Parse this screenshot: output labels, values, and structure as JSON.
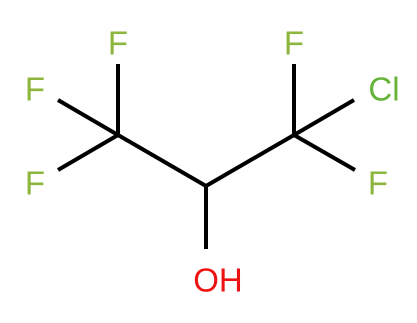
{
  "molecule": {
    "atoms": [
      {
        "id": "F1",
        "symbol": "F"
      },
      {
        "id": "F2",
        "symbol": "F"
      },
      {
        "id": "F3",
        "symbol": "F"
      },
      {
        "id": "F4",
        "symbol": "F"
      },
      {
        "id": "F5",
        "symbol": "F"
      },
      {
        "id": "Cl",
        "symbol": "Cl"
      },
      {
        "id": "O",
        "symbol": "OH"
      }
    ],
    "colors": {
      "fluorine": "#8cb63c",
      "chlorine": "#66b33a",
      "oxygen": "#ee1111",
      "bond": "#000000"
    }
  }
}
